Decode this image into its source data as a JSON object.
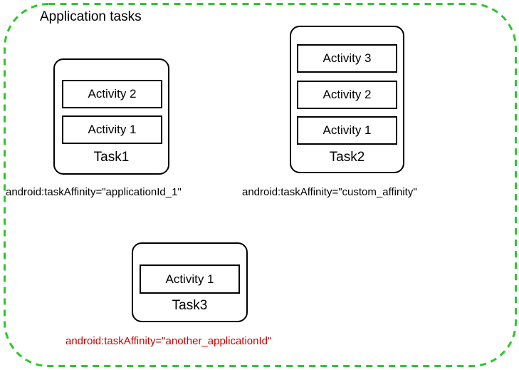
{
  "diagram": {
    "title": "Application tasks",
    "colors": {
      "boundary_green": "#2BC82B",
      "box_border": "#000000",
      "text": "#000000",
      "highlight_red": "#CC0000"
    }
  },
  "tasks": [
    {
      "label": "Task1",
      "activities": [
        "Activity 2",
        "Activity 1"
      ],
      "affinity": "android:taskAffinity=\"applicationId_1\""
    },
    {
      "label": "Task2",
      "activities": [
        "Activity 3",
        "Activity 2",
        "Activity 1"
      ],
      "affinity": "android:taskAffinity=\"custom_affinity\""
    },
    {
      "label": "Task3",
      "activities": [
        "Activity 1"
      ],
      "affinity": "android:taskAffinity=\"another_applicationId\""
    }
  ]
}
